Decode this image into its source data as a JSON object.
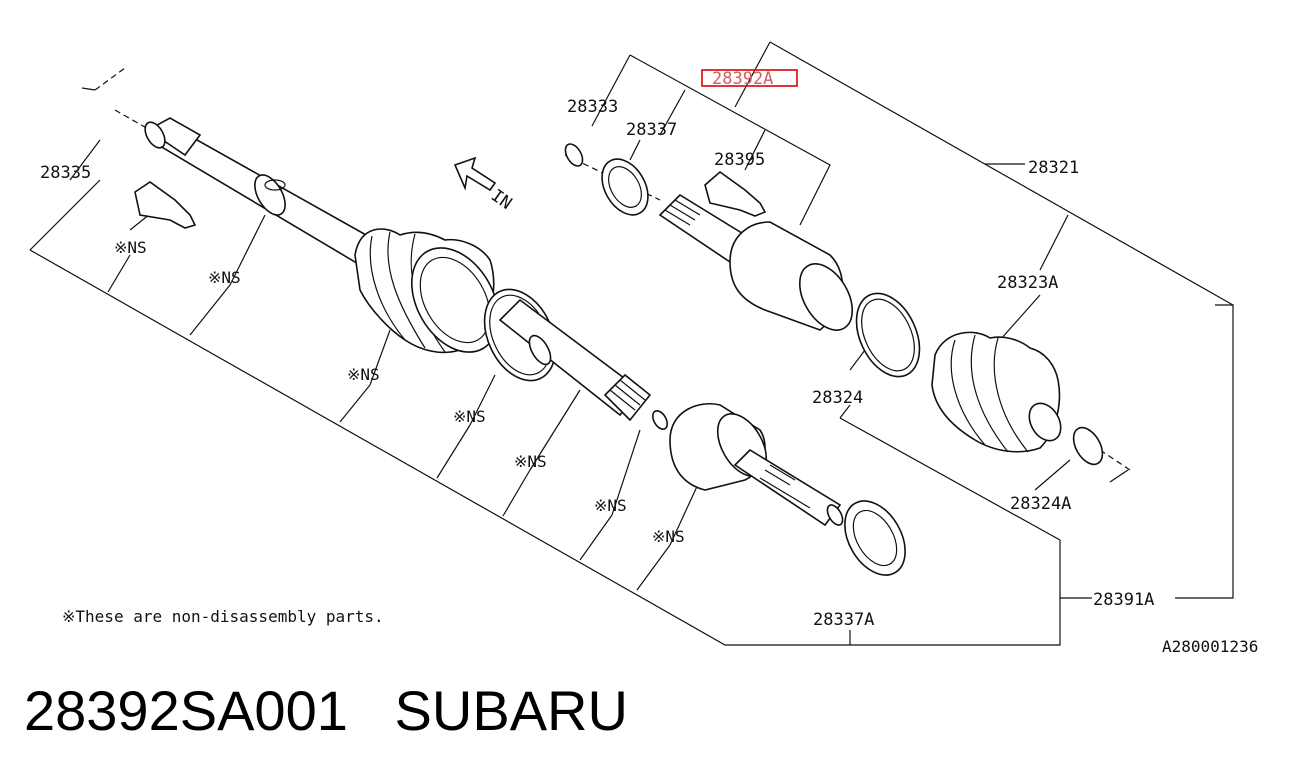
{
  "highlighted_part": "28392A",
  "parts": {
    "p28321": "28321",
    "p28323A": "28323A",
    "p28324": "28324",
    "p28324A": "28324A",
    "p28333": "28333",
    "p28335": "28335",
    "p28337": "28337",
    "p28337A": "28337A",
    "p28391A": "28391A",
    "p28395": "28395"
  },
  "non_disassembly_mark": "※NS",
  "direction_label": "IN",
  "footnote": "※These are non-disassembly parts.",
  "figure_code": "A280001236",
  "caption": {
    "part_number": "28392SA001",
    "brand": "SUBARU"
  }
}
